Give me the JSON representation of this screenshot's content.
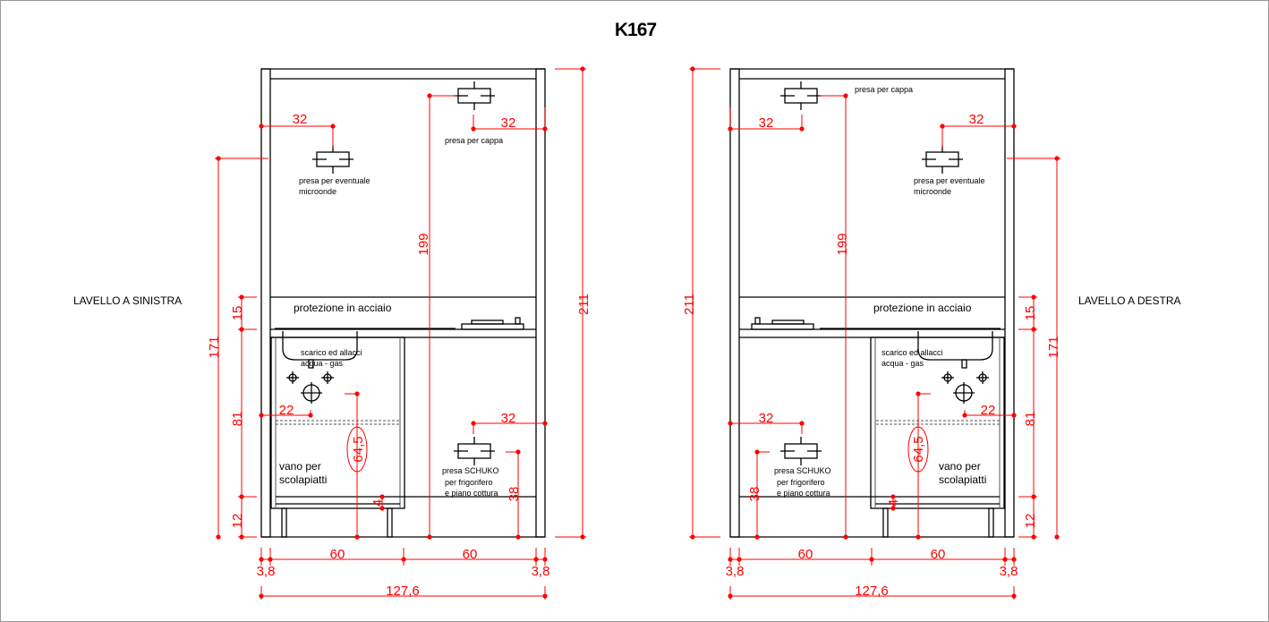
{
  "title": "K167",
  "left": {
    "label": "LAVELLO A SINISTRA"
  },
  "right": {
    "label": "LAVELLO A DESTRA"
  },
  "annotations": {
    "protezione": "protezione in acciaio",
    "scarico1": "scarico ed allacci",
    "scarico2": "acqua - gas",
    "microonde1": "presa per eventuale",
    "microonde2": "microonde",
    "cappa": "presa per cappa",
    "schuko1": "presa SCHUKO",
    "schuko2": "per frigorifero",
    "schuko3": "e piano cottura",
    "vano1": "vano per",
    "vano2": "scolapiatti"
  },
  "dimensions": {
    "micro_offset": "32",
    "cappa_offset": "32",
    "cappa_height": "199",
    "total_height": "211",
    "micro_height": "171",
    "protection_height": "15",
    "base_height": "81",
    "plinth_height": "12",
    "drain_offset": "22",
    "schuko_offset": "32",
    "drain_height": "64,5",
    "schuko_height": "38",
    "shelf_gap": "4",
    "module_width_1": "60",
    "module_width_2": "60",
    "side_thickness_1": "3,8",
    "side_thickness_2": "3,8",
    "total_width": "127,6"
  },
  "colors": {
    "dimension": "#ff0000",
    "drawing": "#000000"
  }
}
